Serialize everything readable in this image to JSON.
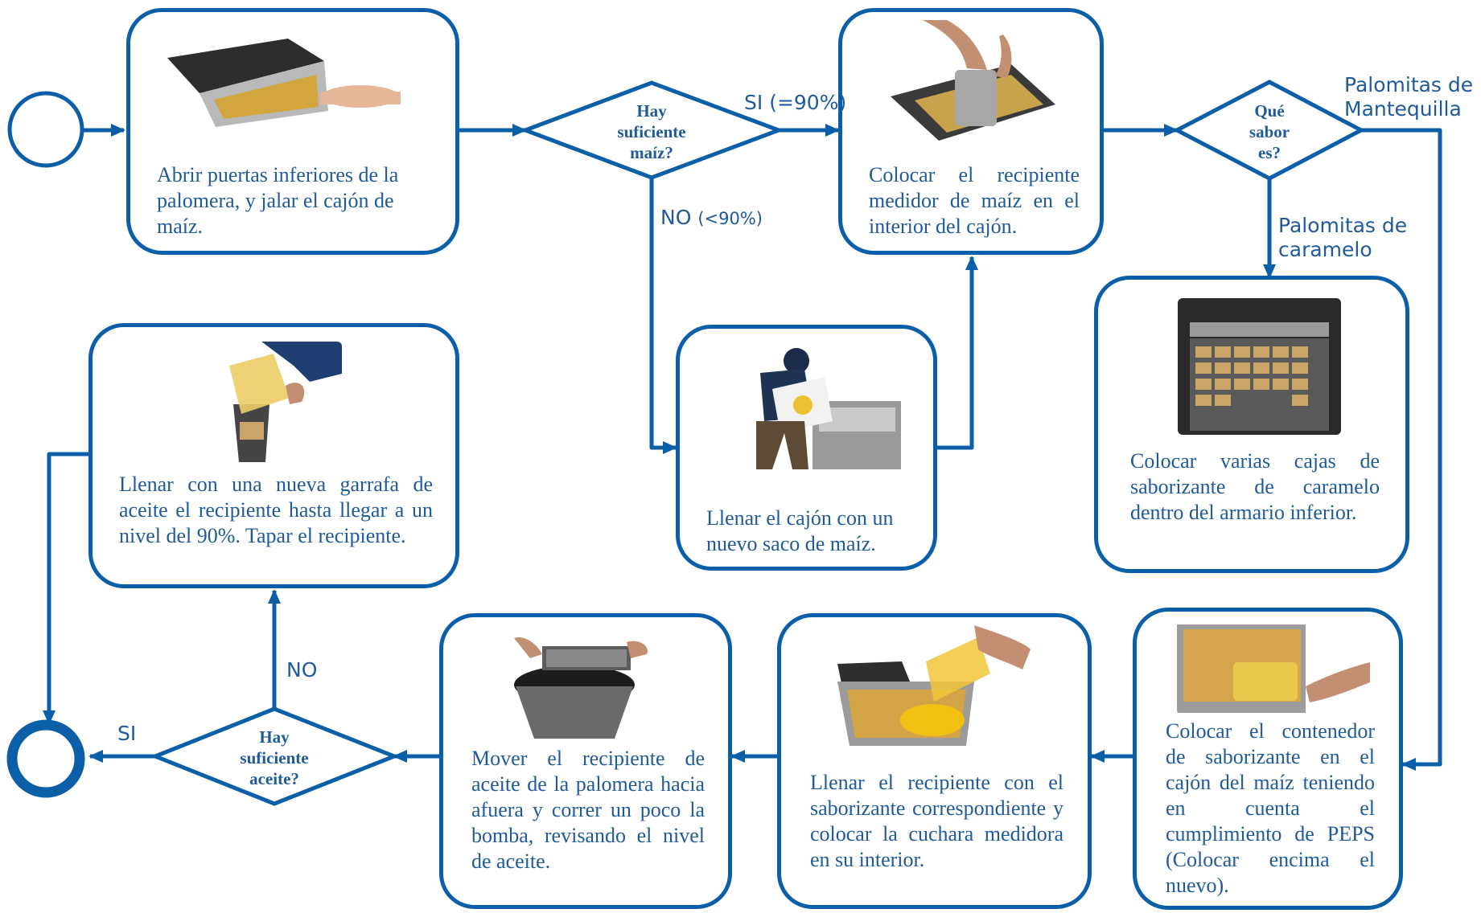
{
  "colors": {
    "stroke": "#0b5fa8",
    "text": "#1f5a9a",
    "background": "#ffffff"
  },
  "nodes": {
    "start": {
      "shape": "circle"
    },
    "end": {
      "shape": "circle-thick"
    },
    "open_drawer": {
      "text": "Abrir puertas inferiores de la palomera, y jalar el cajón de maíz.",
      "image": "popcorn-drawer-photo"
    },
    "check_corn": {
      "text_lines": [
        "Hay",
        "suficiente",
        "maíz?"
      ]
    },
    "place_measure": {
      "text": "Colocar el recipiente medidor de maíz en el interior del cajón.",
      "image": "measuring-container-photo"
    },
    "refill_corn": {
      "text": "Llenar el cajón con un nuevo saco de maíz.",
      "image": "worker-pouring-corn-sack-photo"
    },
    "check_flavor": {
      "text_lines": [
        "Qué",
        "sabor",
        "es?"
      ]
    },
    "caramel_boxes": {
      "text": "Colocar varias cajas de saborizante de caramelo dentro del armario inferior.",
      "image": "caramel-boxes-cabinet-photo"
    },
    "flavor_container": {
      "text": "Colocar el contenedor de saborizante en el cajón del maíz teniendo en cuenta el cumplimiento de PEPS (Colocar encima el nuevo).",
      "image": "flavor-container-in-drawer-photo"
    },
    "fill_flavor": {
      "text": "Llenar el recipiente con el saborizante correspondiente y colocar la cuchara medidora en su interior.",
      "image": "pouring-flavoring-photo"
    },
    "move_oil": {
      "text": "Mover el recipiente de aceite de la palomera hacia afuera y correr un poco la bomba, revisando el nivel de aceite.",
      "image": "oil-bucket-photo"
    },
    "check_oil": {
      "text_lines": [
        "Hay",
        "suficiente",
        "aceite?"
      ]
    },
    "refill_oil": {
      "text": "Llenar con una nueva garrafa de aceite el recipiente hasta llegar a un nivel del 90%. Tapar el recipiente.",
      "image": "pouring-oil-jug-photo"
    }
  },
  "edge_labels": {
    "corn_yes": {
      "main": "SI (=90%)"
    },
    "corn_no": {
      "main": "NO",
      "detail": "(<90%)"
    },
    "butter": {
      "lines": [
        "Palomitas de",
        "Mantequilla"
      ]
    },
    "caramel": {
      "lines": [
        "Palomitas de",
        "caramelo"
      ]
    },
    "oil_no": {
      "main": "NO"
    },
    "oil_yes": {
      "main": "SI"
    }
  }
}
